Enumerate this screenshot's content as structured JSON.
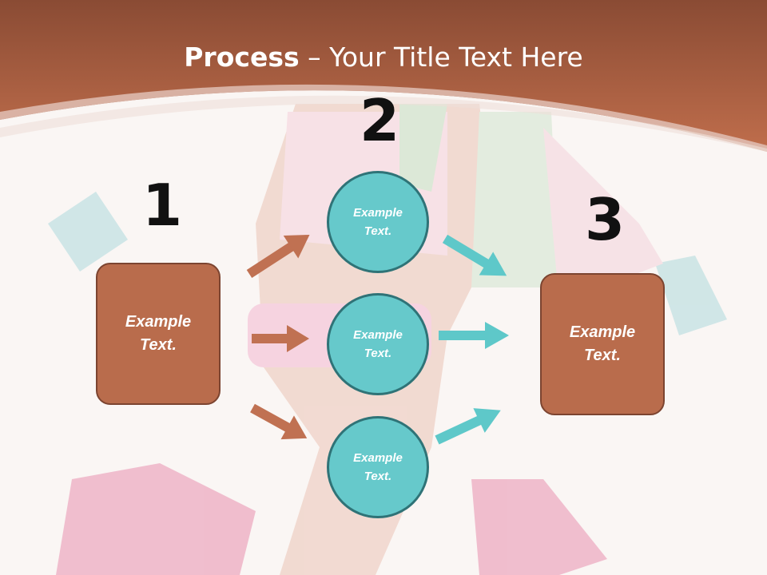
{
  "title": {
    "bold": "Process",
    "rest": " – Your Title Text Here"
  },
  "steps": [
    {
      "number": "1",
      "label_line1": "Example",
      "label_line2": "Text."
    },
    {
      "number": "2",
      "label_line1": "Example",
      "label_line2": "Text."
    },
    {
      "number": "3",
      "label_line1": "Example",
      "label_line2": "Text."
    }
  ],
  "circles": [
    {
      "line1": "Example",
      "line2": "Text."
    },
    {
      "line1": "Example",
      "line2": "Text."
    },
    {
      "line1": "Example",
      "line2": "Text."
    }
  ],
  "colors": {
    "header": "#a5573a",
    "box": "#b96c4c",
    "circle": "#66c9cb",
    "arrow_brown": "#c07152",
    "arrow_teal": "#5ec8c9"
  }
}
